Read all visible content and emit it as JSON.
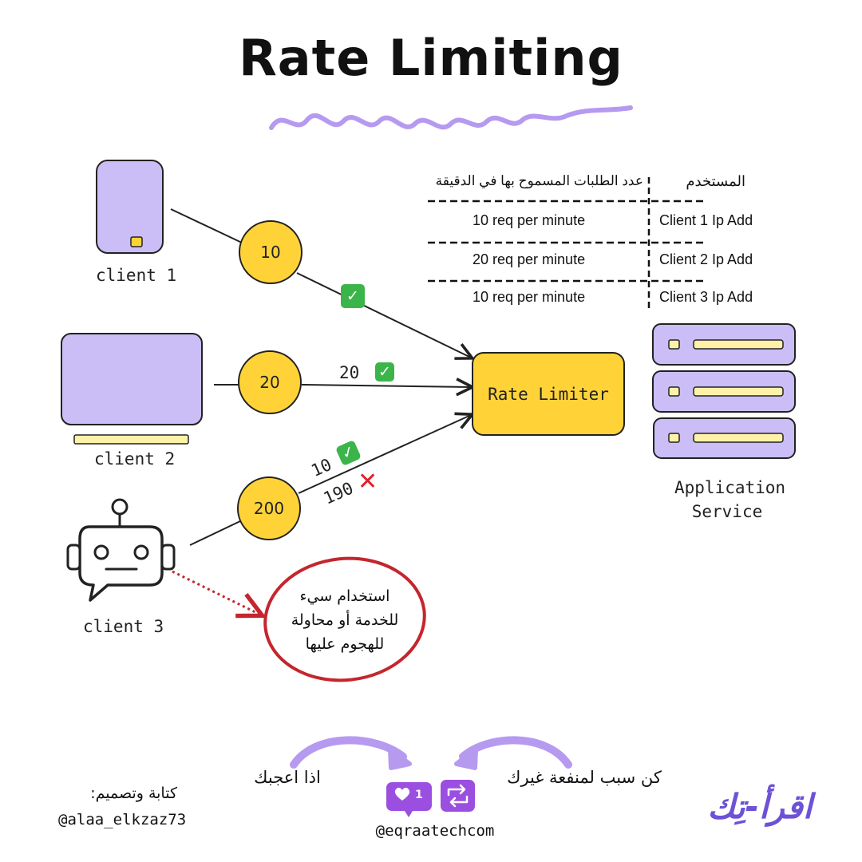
{
  "title": "Rate Limiting",
  "table": {
    "header_user": "المستخدم",
    "header_limit": "عدد الطلبات المسموح بها في الدقيقة",
    "rows": [
      {
        "user": "Client 1 Ip Add",
        "limit": "10 req per minute"
      },
      {
        "user": "Client 2 Ip Add",
        "limit": "20 req per minute"
      },
      {
        "user": "Client 3 Ip Add",
        "limit": "10 req per minute"
      }
    ]
  },
  "clients": [
    {
      "name": "client 1",
      "requests": "10"
    },
    {
      "name": "client 2",
      "requests": "20"
    },
    {
      "name": "client 3",
      "requests": "200"
    }
  ],
  "edge_labels": {
    "client2_allowed": "20",
    "client3_allowed": "10",
    "client3_blocked": "190"
  },
  "rate_limiter_label": "Rate Limiter",
  "app_service_label": [
    "Application",
    "Service"
  ],
  "misuse_note": [
    "استخدام سيء",
    "للخدمة أو محاولة",
    "للهجوم عليها"
  ],
  "footer": {
    "author_label": "كتابة وتصميم:",
    "author_handle": "@alaa_elkzaz73",
    "like_text": "اذا اعجبك",
    "share_text": "كن سبب لمنفعة غيرك",
    "like_count": "1",
    "handle": "@eqraatechcom",
    "brand": "اقرأ-تِك"
  },
  "icons": {
    "check": "check-mark-icon",
    "cross": "cross-mark-icon",
    "heart": "heart-icon",
    "repost": "repost-icon"
  },
  "colors": {
    "lavender": "#cbbdf6",
    "yellow": "#ffd338",
    "purple": "#9b7ae0",
    "red": "#c4262d",
    "green": "#3bb54a",
    "light_yellow": "#fff2a8"
  }
}
